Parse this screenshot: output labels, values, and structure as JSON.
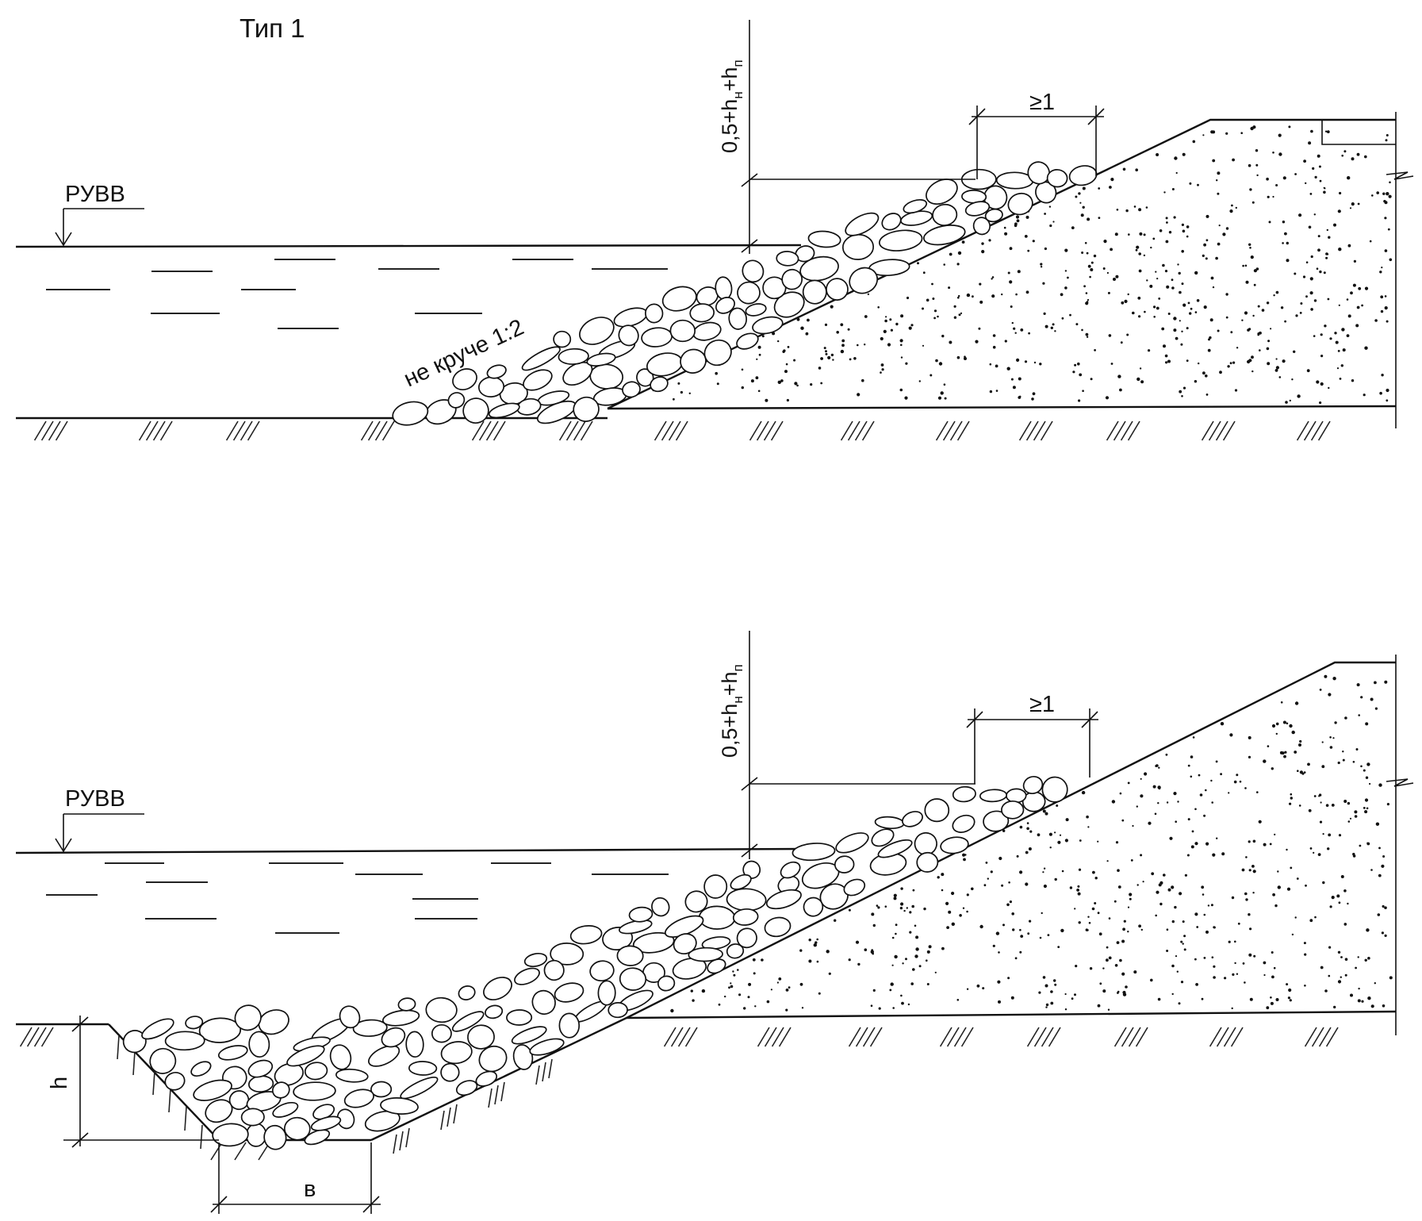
{
  "title": "Тип 1",
  "figures": [
    {
      "water_level_label": "РУВВ",
      "freeboard_label_main": "0,5+h",
      "freeboard_sub_1": "н",
      "freeboard_plus": "+h",
      "freeboard_sub_2": "п",
      "berm_width_label": "≥1",
      "slope_label": "не круче 1:2"
    },
    {
      "water_level_label": "РУВВ",
      "freeboard_label_main": "0,5+h",
      "freeboard_sub_1": "н",
      "freeboard_plus": "+h",
      "freeboard_sub_2": "п",
      "berm_width_label": "≥1",
      "toe_depth_label": "h",
      "toe_width_label": "в"
    }
  ]
}
